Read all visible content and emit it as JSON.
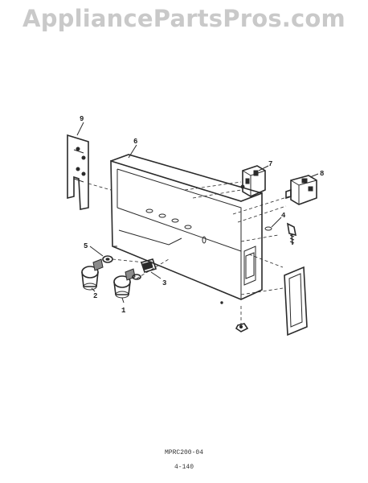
{
  "watermark": "AppliancePartsPros.com",
  "callouts": [
    "1",
    "2",
    "3",
    "4",
    "5",
    "6",
    "7",
    "8",
    "9"
  ],
  "footer": {
    "code": "MPRC200-04",
    "page": "4-140"
  }
}
